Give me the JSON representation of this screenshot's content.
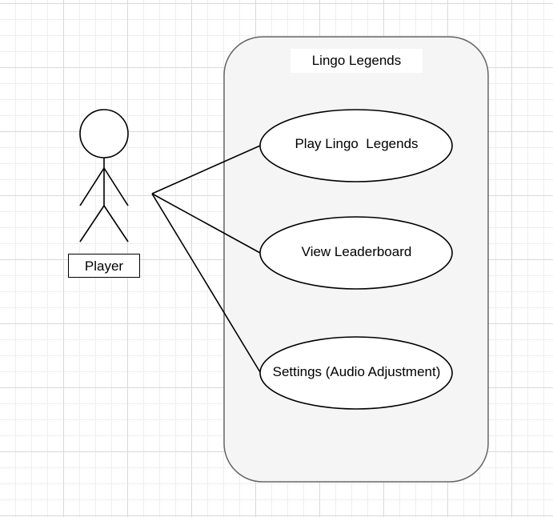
{
  "diagram": {
    "system": {
      "title": "Lingo Legends"
    },
    "actor": {
      "name": "Player"
    },
    "use_cases": [
      {
        "label": "Play Lingo  Legends"
      },
      {
        "label": "View Leaderboard"
      },
      {
        "label": "Settings (Audio Adjustment)"
      }
    ],
    "colors": {
      "system_fill": "#f5f5f5",
      "system_stroke": "#666666",
      "stroke": "#000000",
      "grid": "#d9d9d9"
    }
  }
}
